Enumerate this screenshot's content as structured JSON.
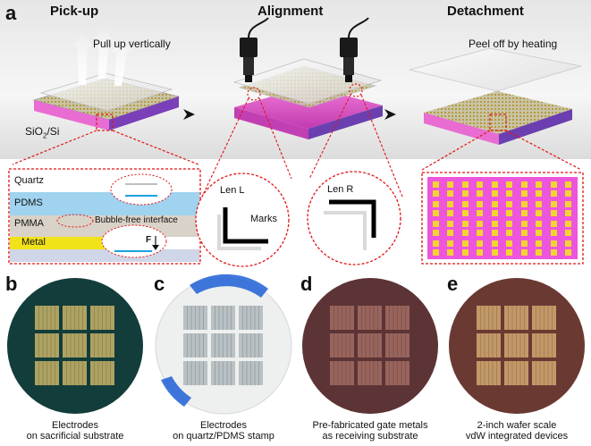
{
  "figure": {
    "panel_a": {
      "letter": "a",
      "steps": [
        "Pick-up",
        "Alignment",
        "Detachment"
      ],
      "notes": {
        "pull_up": "Pull up vertically",
        "peel_off": "Peel off by heating"
      },
      "substrate_label_main": "SiO",
      "substrate_label_sub": "2",
      "substrate_label_tail": "/Si",
      "layers": {
        "quartz": "Quartz",
        "pdms": "PDMS",
        "pmma": "PMMA",
        "metal": "Metal",
        "interface": "Bubble-free interface",
        "force": "F"
      },
      "lens_left": {
        "title": "Len L",
        "marks": "Marks"
      },
      "lens_right": {
        "title": "Len R"
      }
    },
    "photos": [
      {
        "letter": "b",
        "caption_line1": "Electrodes",
        "caption_line2": "on sacrificial substrate"
      },
      {
        "letter": "c",
        "caption_line1": "Electrodes",
        "caption_line2": "on quartz/PDMS stamp"
      },
      {
        "letter": "d",
        "caption_line1": "Pre-fabricated gate metals",
        "caption_line2": "as receiving substrate"
      },
      {
        "letter": "e",
        "caption_line1": "2-inch wafer scale",
        "caption_line2": "vdW integrated devices"
      }
    ],
    "colors": {
      "highlight_red": "#e01515",
      "substrate_purple": "#6b3fb0",
      "substrate_pink": "#e04fcf",
      "pdms_blue": "#9fd3ef",
      "metal_yellow": "#f1e21a",
      "gold": "#c9a84a"
    }
  }
}
